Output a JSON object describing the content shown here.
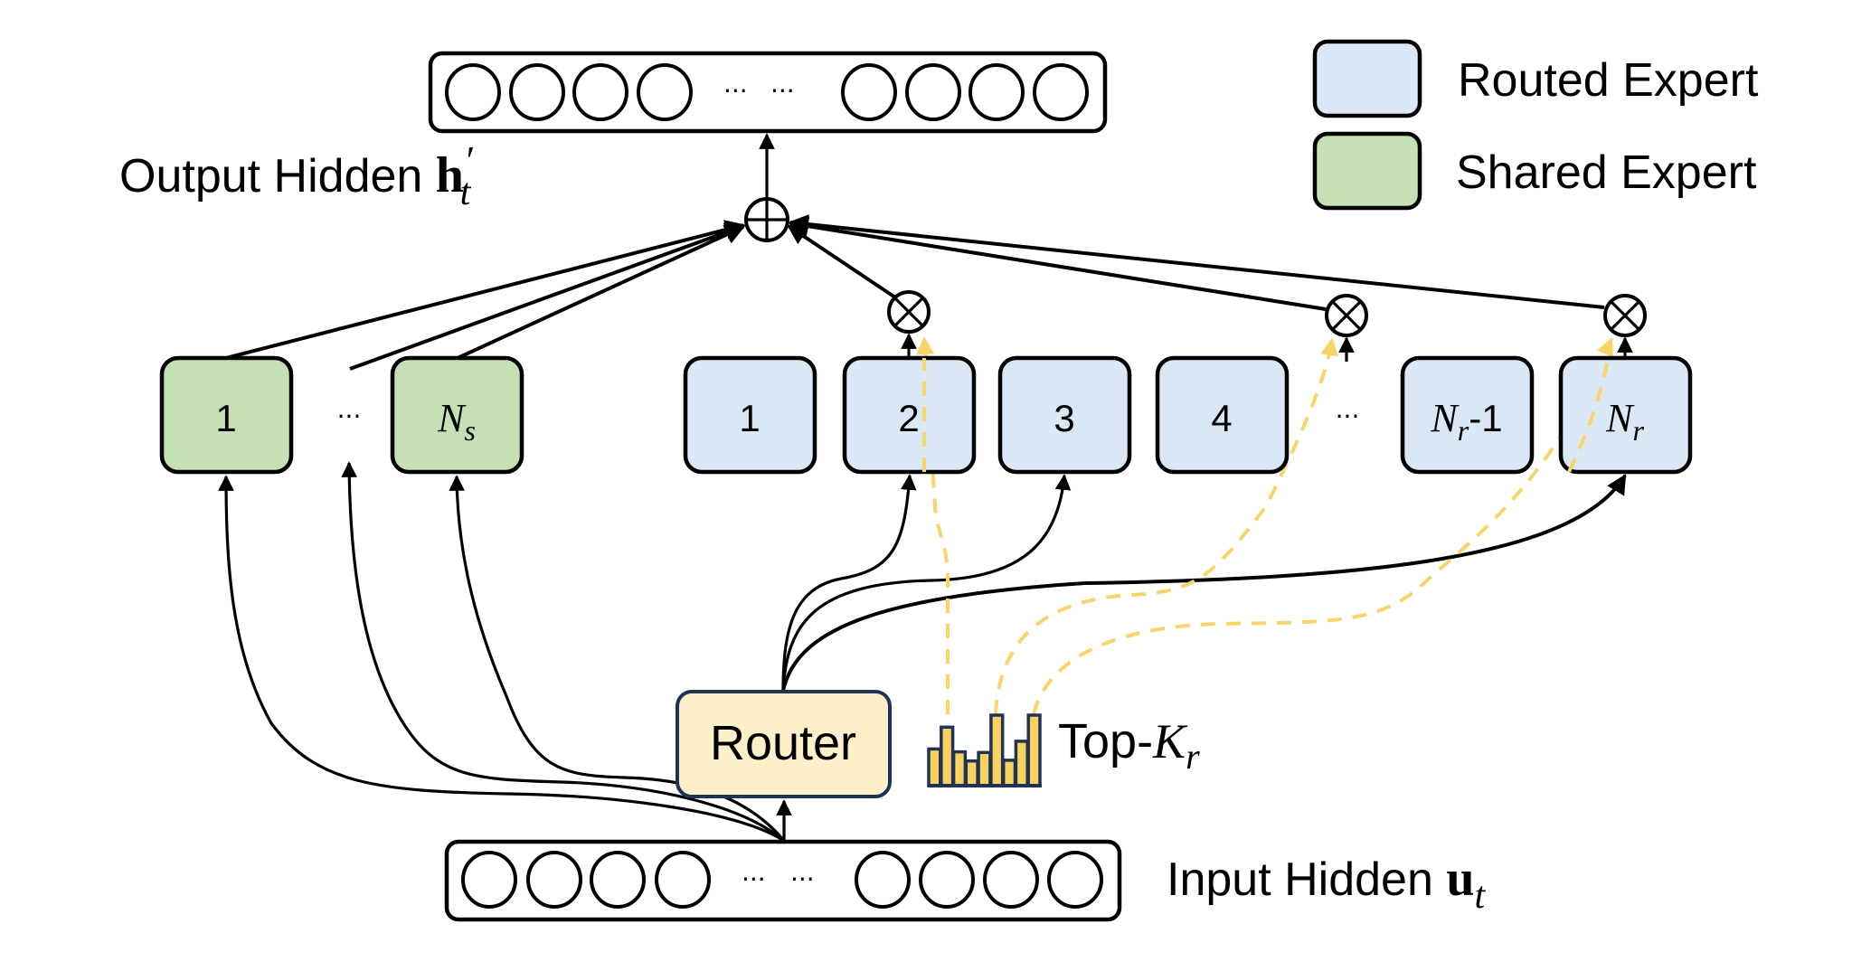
{
  "figure": {
    "title": "DeepSeekMoE layer: shared and routed experts",
    "colors": {
      "routed_fill": "#dae7f5",
      "shared_fill": "#c5e0b4",
      "router_fill": "#fdf0c9",
      "router_border": "#1f3359",
      "topk_bar_fill": "#f8d15e",
      "topk_bar_border": "#1f3359",
      "gate_dash": "#f9d46a",
      "stroke": "#000000"
    }
  },
  "legend": {
    "items": [
      {
        "label": "Routed Expert",
        "swatch": "routed"
      },
      {
        "label": "Shared Expert",
        "swatch": "shared"
      }
    ]
  },
  "output_hidden": {
    "label": "Output Hidden ",
    "symbol": "h",
    "prime": "′",
    "subscript": "t",
    "ellipsis": [
      "···",
      "···"
    ]
  },
  "input_hidden": {
    "label": "Input Hidden ",
    "symbol": "u",
    "subscript": "t",
    "ellipsis": [
      "···",
      "···"
    ]
  },
  "shared_experts": {
    "items": [
      {
        "label": "1",
        "italic": false
      },
      {
        "label": "N",
        "sub": "s",
        "italic": true
      }
    ],
    "ellipsis": "···"
  },
  "routed_experts": {
    "items": [
      {
        "label": "1"
      },
      {
        "label": "2",
        "selected": true
      },
      {
        "label": "3"
      },
      {
        "label": "4"
      },
      {
        "label": "N",
        "sub": "r",
        "suffix": "-1",
        "selected": true
      },
      {
        "label": "N",
        "sub": "r",
        "selected": true
      }
    ],
    "ellipsis": "···"
  },
  "router": {
    "label": "Router"
  },
  "topk": {
    "label_prefix": "Top-",
    "symbol": "K",
    "subscript": "r",
    "scores": [
      0.52,
      0.83,
      0.48,
      0.35,
      0.47,
      1.0,
      0.36,
      0.63,
      1.0
    ],
    "selected_indices": [
      1,
      5,
      8
    ]
  },
  "operators": {
    "sum": "⊕",
    "gate": "⊗"
  }
}
